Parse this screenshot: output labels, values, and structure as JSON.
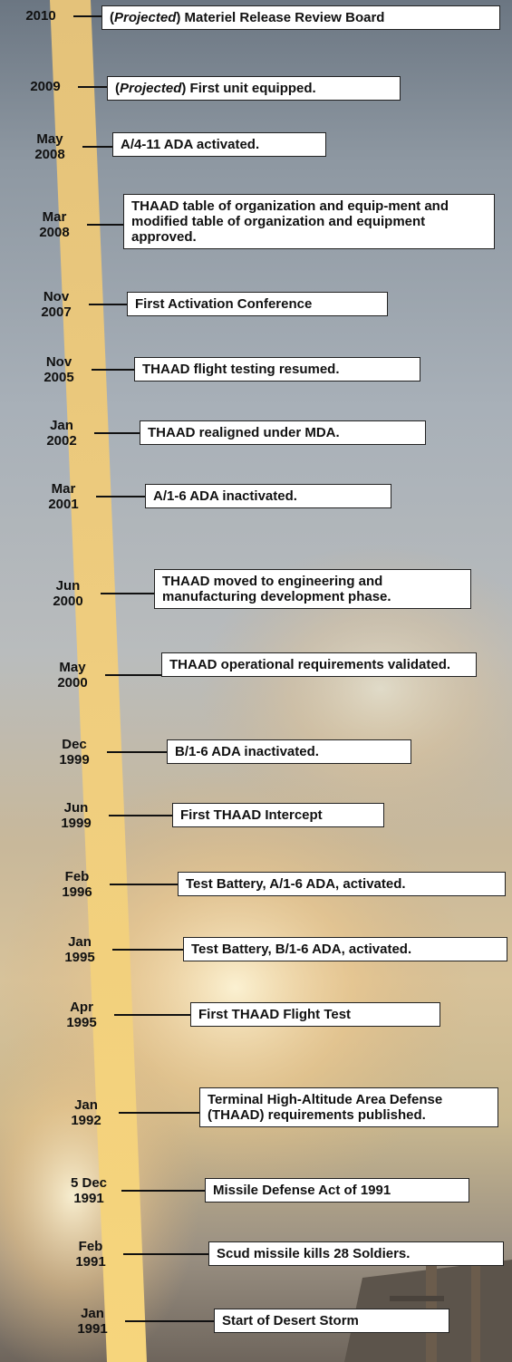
{
  "events": [
    {
      "date": [
        "2010"
      ],
      "prefix": "Projected",
      "text": " Materiel Release Review Board"
    },
    {
      "date": [
        "2009"
      ],
      "prefix": "Projected",
      "text": " First unit equipped."
    },
    {
      "date": [
        "May",
        "2008"
      ],
      "text": "A/4-11 ADA activated."
    },
    {
      "date": [
        "Mar",
        "2008"
      ],
      "text": "THAAD table of organization and equip-ment and modified table of organization and equipment approved."
    },
    {
      "date": [
        "Nov",
        "2007"
      ],
      "text": "First Activation Conference"
    },
    {
      "date": [
        "Nov",
        "2005"
      ],
      "text": "THAAD flight testing resumed."
    },
    {
      "date": [
        "Jan",
        "2002"
      ],
      "text": "THAAD realigned under MDA."
    },
    {
      "date": [
        "Mar",
        "2001"
      ],
      "text": "A/1-6 ADA inactivated."
    },
    {
      "date": [
        "Jun",
        "2000"
      ],
      "text": "THAAD moved to engineering and manufacturing development phase."
    },
    {
      "date": [
        "May",
        "2000"
      ],
      "text": "THAAD operational requirements validated."
    },
    {
      "date": [
        "Dec",
        "1999"
      ],
      "text": "B/1-6 ADA inactivated."
    },
    {
      "date": [
        "Jun",
        "1999"
      ],
      "text": "First THAAD Intercept"
    },
    {
      "date": [
        "Feb",
        "1996"
      ],
      "text": "Test Battery, A/1-6 ADA, activated."
    },
    {
      "date": [
        "Jan",
        "1995"
      ],
      "text": "Test Battery, B/1-6 ADA, activated."
    },
    {
      "date": [
        "Apr",
        "1995"
      ],
      "text": "First THAAD Flight Test"
    },
    {
      "date": [
        "Jan",
        "1992"
      ],
      "text": "Terminal High-Altitude Area Defense (THAAD) requirements published."
    },
    {
      "date": [
        "5 Dec",
        "1991"
      ],
      "text": "Missile Defense Act of 1991"
    },
    {
      "date": [
        "Feb",
        "1991"
      ],
      "text": "Scud missile kills 28 Soldiers."
    },
    {
      "date": [
        "Jan",
        "1991"
      ],
      "text": "Start of Desert Storm"
    }
  ],
  "colors": {
    "band_top": "#e9c878",
    "band_bottom": "#f4d27a",
    "box_bg": "#ffffff",
    "line": "#111111"
  }
}
